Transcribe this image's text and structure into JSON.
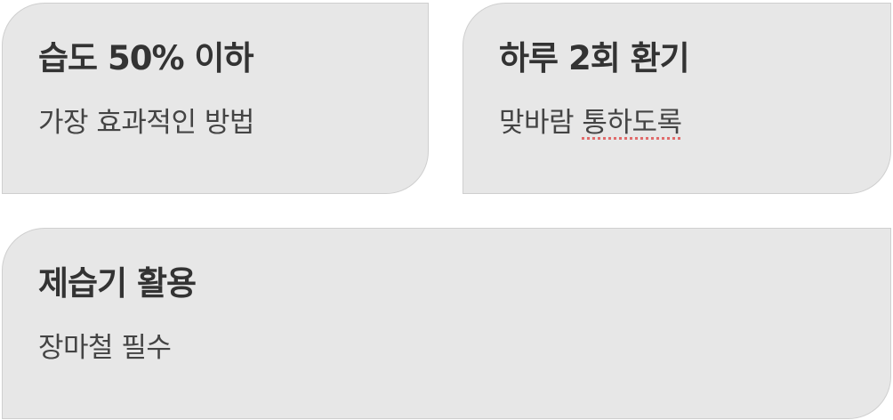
{
  "cards": [
    {
      "title": "습도 50% 이하",
      "description": "가장 효과적인 방법"
    },
    {
      "title": "하루 2회 환기",
      "description_plain": "맞바람 ",
      "description_flagged": "통하도록"
    },
    {
      "title": "제습기 활용",
      "description": "장마철 필수"
    }
  ],
  "colors": {
    "card_background": "#e7e7e7",
    "card_border": "#cfcfcf",
    "title_text": "#333333",
    "body_text": "#444444",
    "spellcheck_underline": "#e06b6b"
  }
}
